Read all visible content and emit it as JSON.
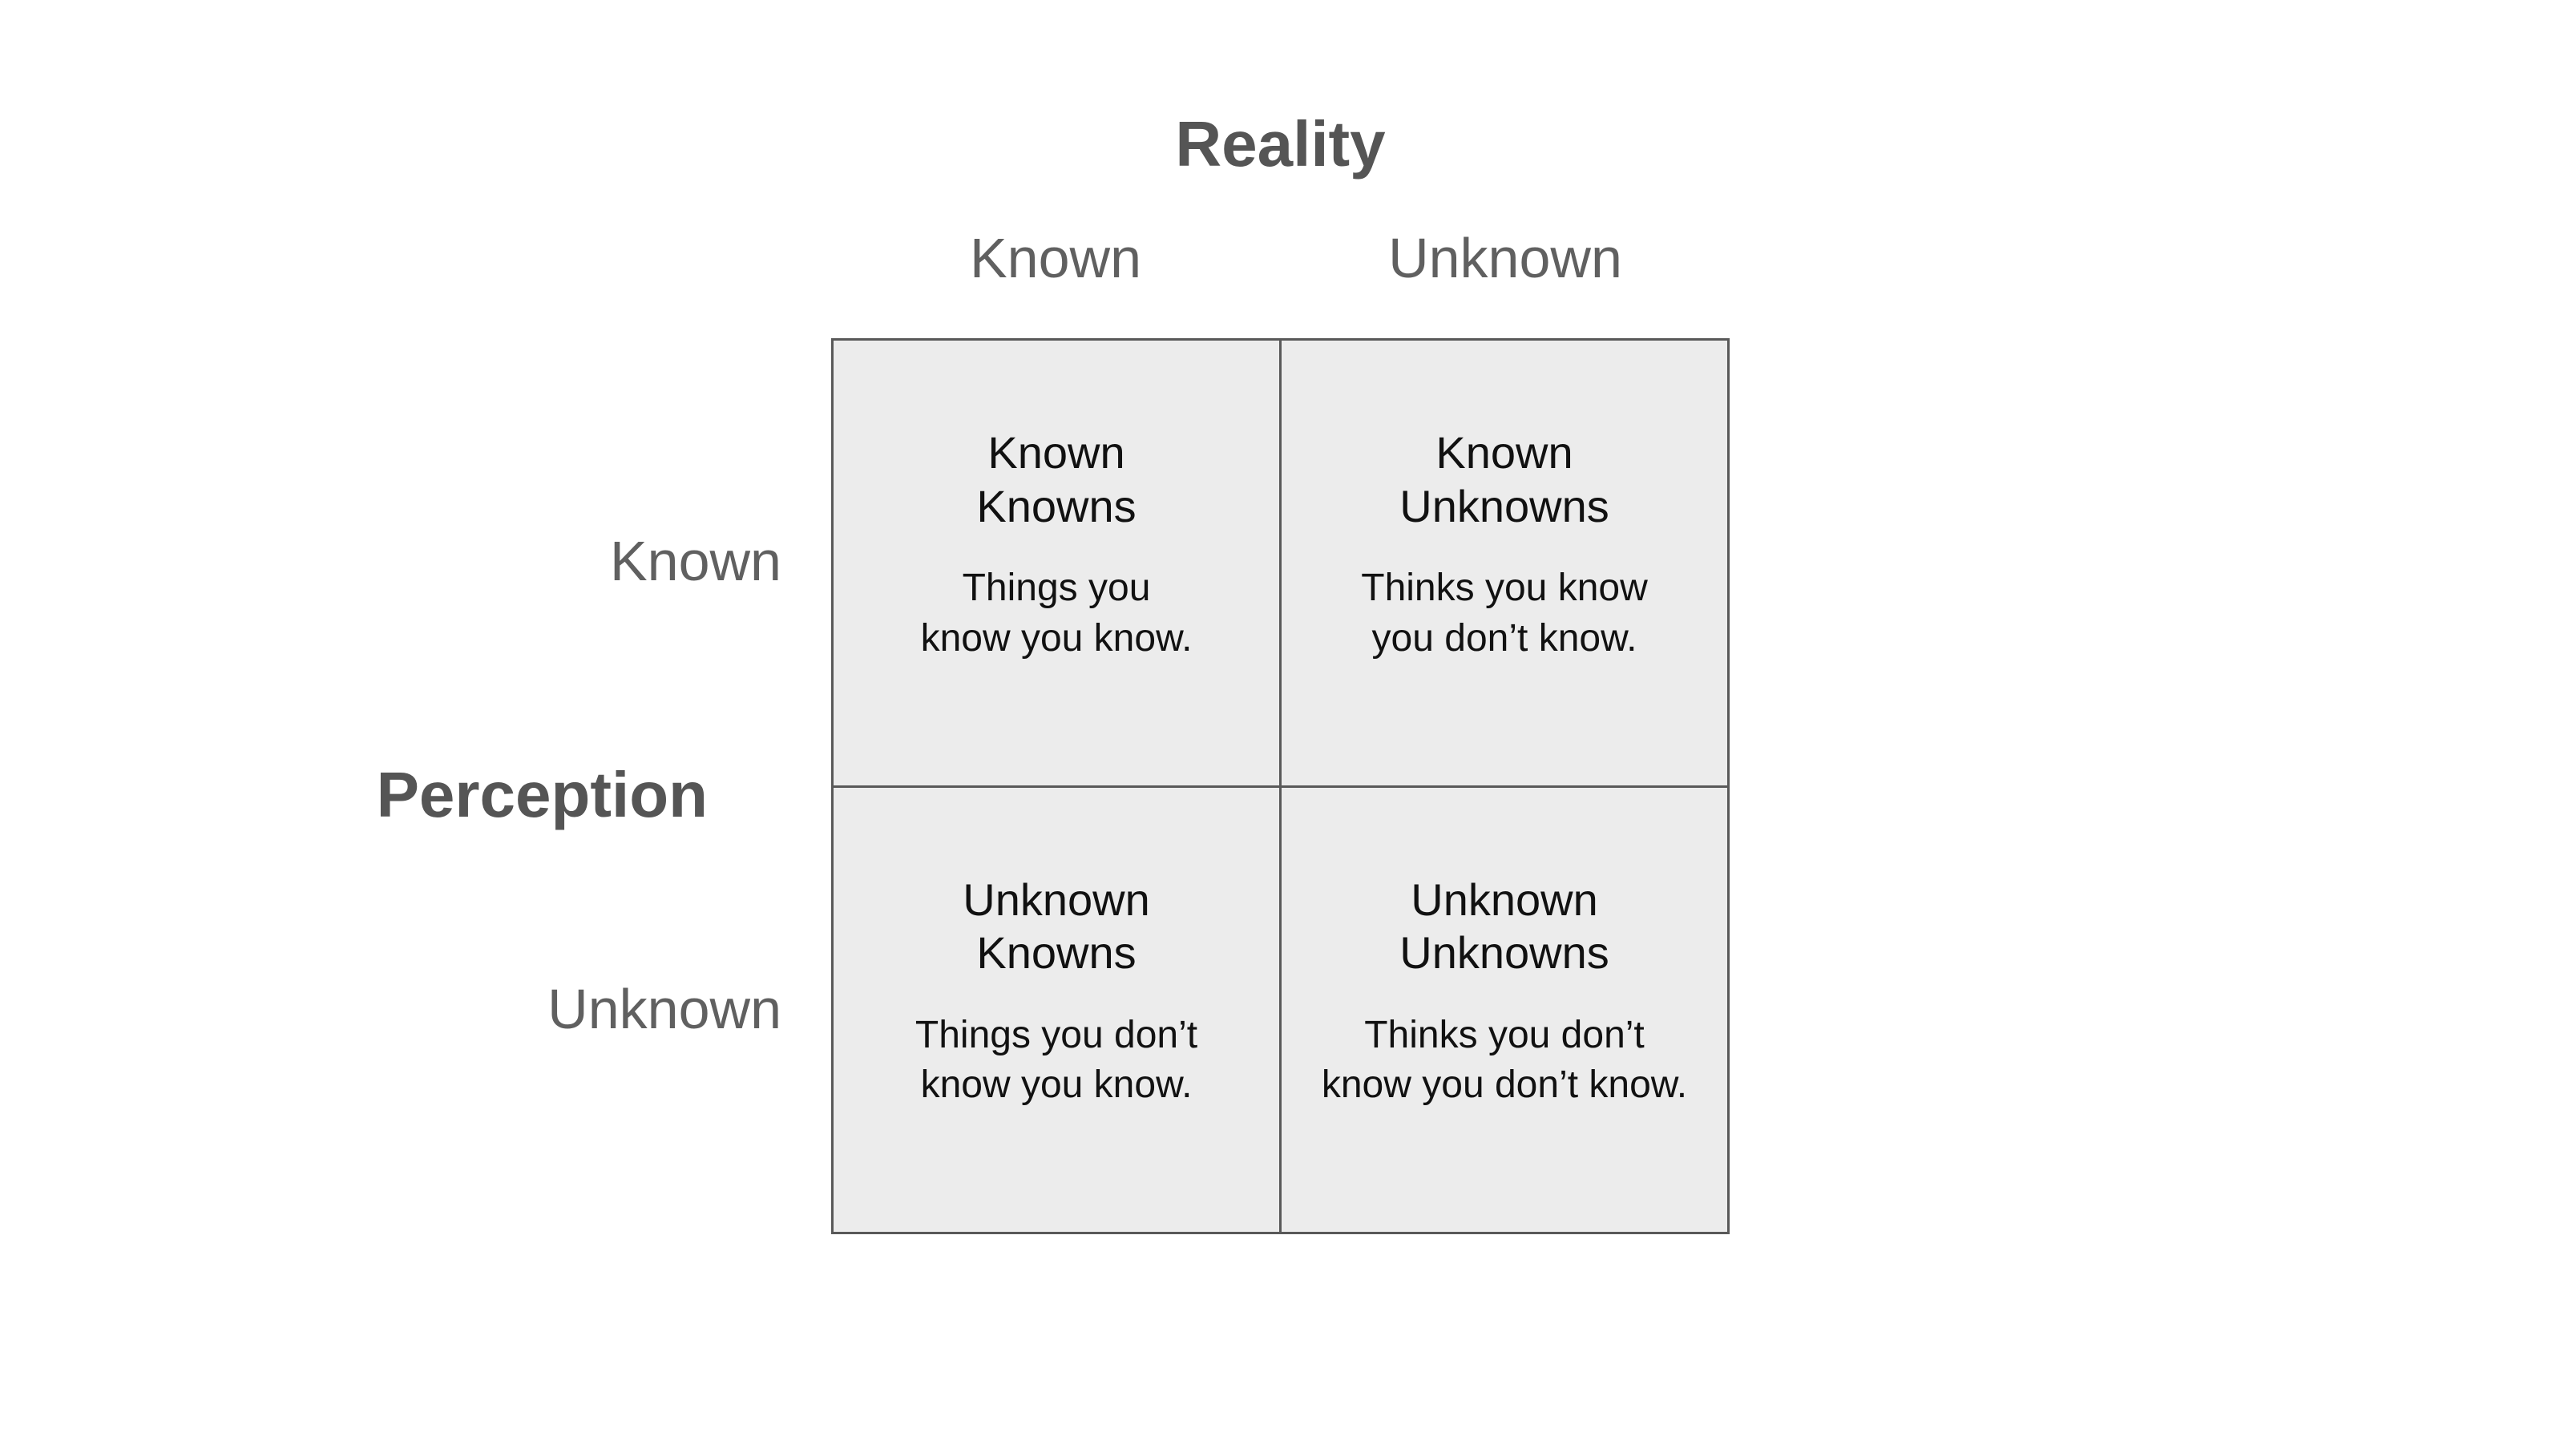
{
  "diagram": {
    "top_axis": {
      "title": "Reality",
      "column_labels": [
        "Known",
        "Unknown"
      ]
    },
    "left_axis": {
      "title": "Perception",
      "row_labels": [
        "Known",
        "Unknown"
      ]
    },
    "quadrants": [
      {
        "id": "known-knowns",
        "title": "Known\nKnowns",
        "description": "Things you\nknow you know."
      },
      {
        "id": "known-unknowns",
        "title": "Known\nUnknowns",
        "description": "Thinks you know\nyou don’t know."
      },
      {
        "id": "unknown-knowns",
        "title": "Unknown\nKnowns",
        "description": "Things you don’t\nknow you know."
      },
      {
        "id": "unknown-unknowns",
        "title": "Unknown\nUnknowns",
        "description": "Thinks you don’t\nknow you don’t know."
      }
    ],
    "colors": {
      "background": "#ffffff",
      "cell_background": "#ececec",
      "grid_line": "#595959",
      "axis_label_text": "#606060",
      "axis_title_text": "#555555",
      "cell_text": "#111111"
    }
  }
}
